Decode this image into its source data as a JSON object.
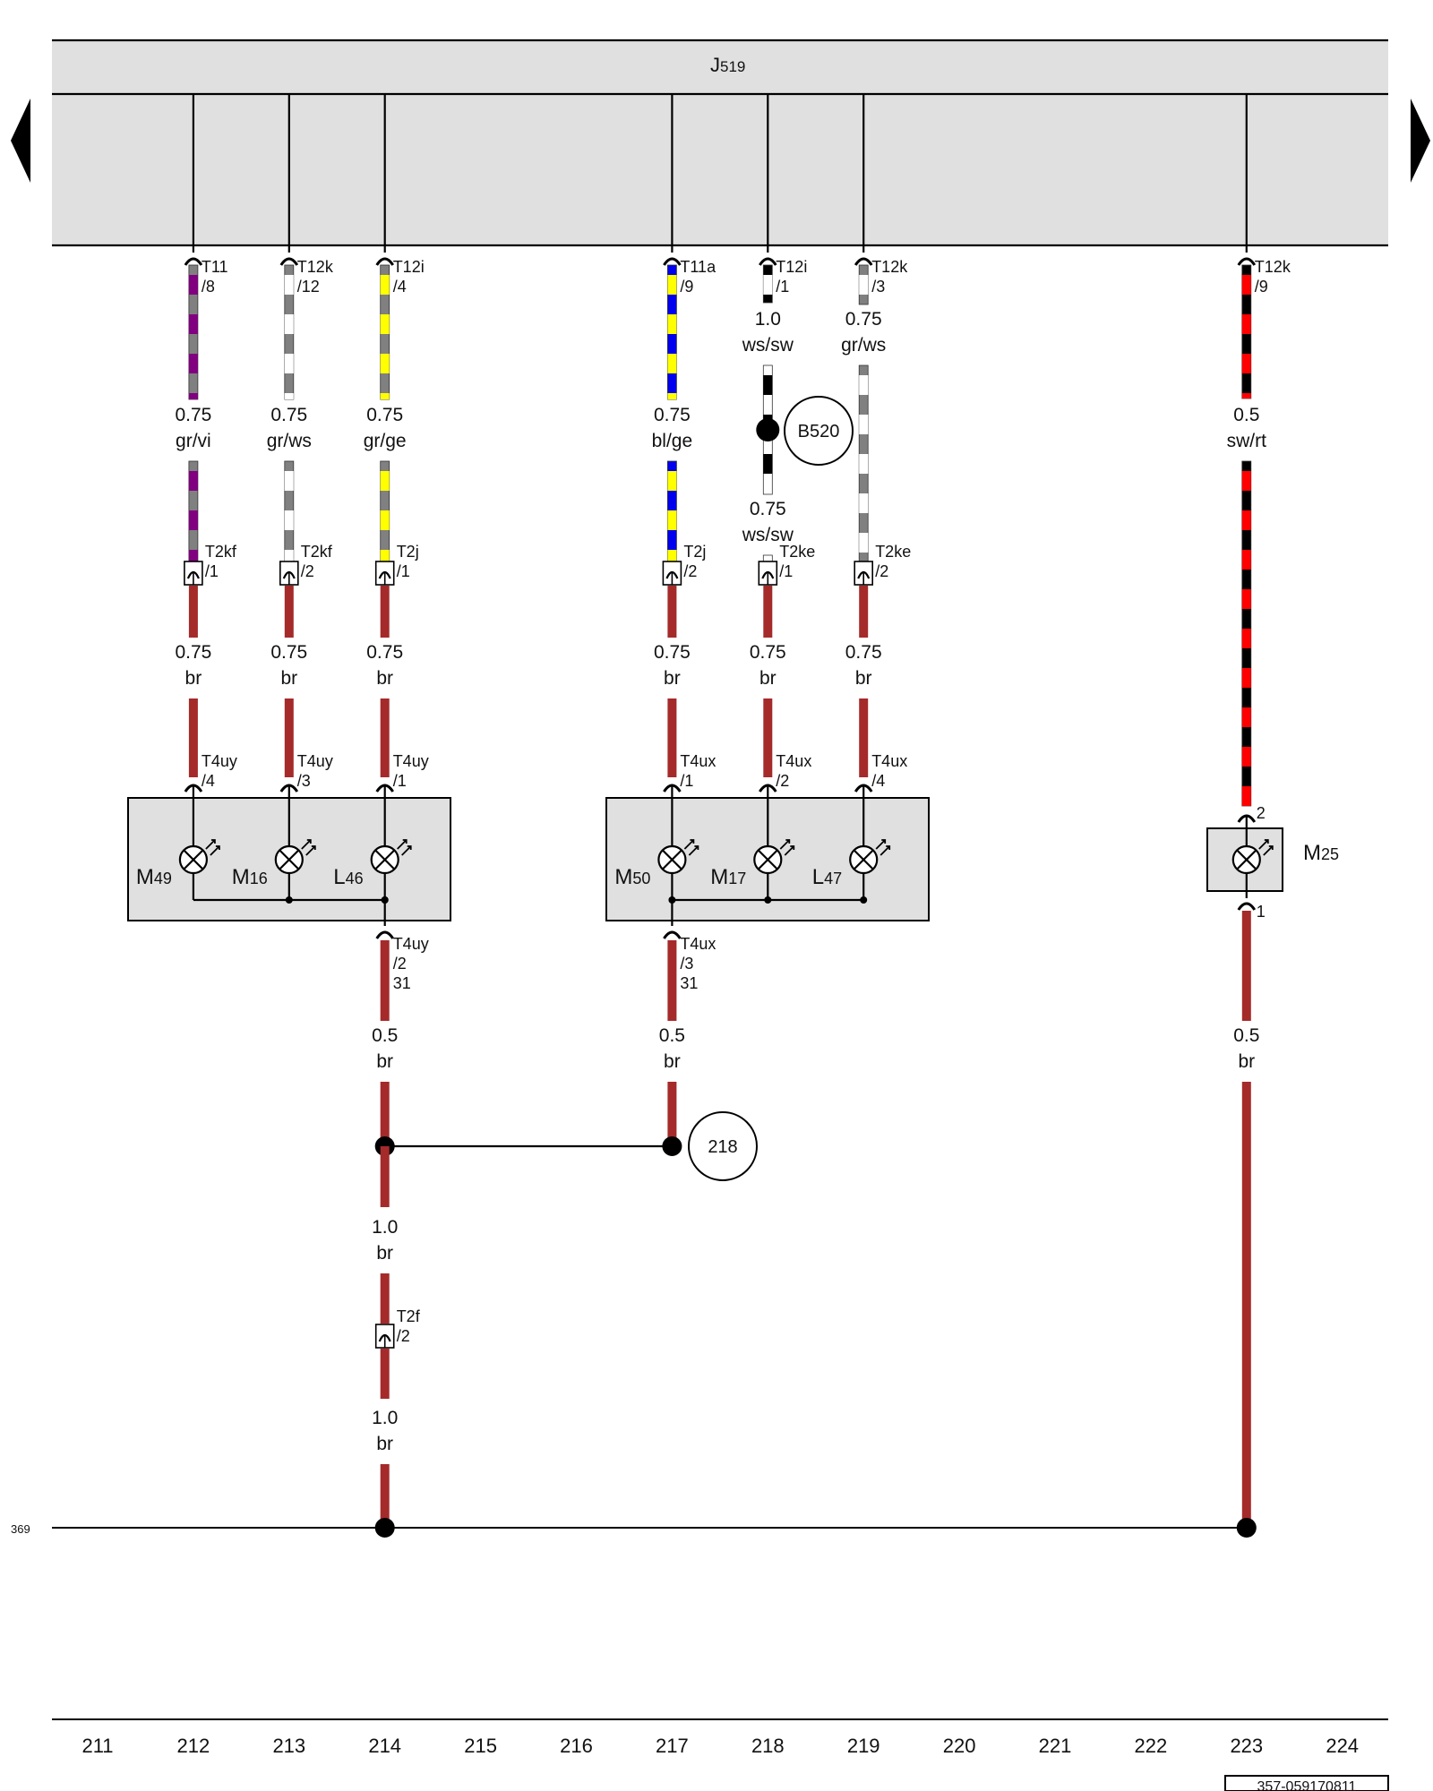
{
  "control_unit": {
    "label": "J",
    "sub": "519"
  },
  "navigation": {
    "prev_label": "previous page",
    "next_label": "next page"
  },
  "colors": {
    "gr": "#808080",
    "vi": "#800080",
    "ws": "#ffffff",
    "ge": "#ffff00",
    "bl": "#0000ee",
    "sw": "#000000",
    "rt": "#ff0000",
    "br": "#a52a2a",
    "box": "#e0e0e0"
  },
  "wires": [
    {
      "id": "w212",
      "col": 212,
      "upper": {
        "conn": "T11",
        "pin": "/8",
        "size": "0.75",
        "color": "gr/vi"
      },
      "plug": {
        "conn": "T2kf",
        "pin": "/1"
      },
      "lower": {
        "size": "0.75",
        "color": "br"
      },
      "term": {
        "conn": "T4uy",
        "pin": "/4"
      }
    },
    {
      "id": "w213",
      "col": 213,
      "upper": {
        "conn": "T12k",
        "pin": "/12",
        "size": "0.75",
        "color": "gr/ws"
      },
      "plug": {
        "conn": "T2kf",
        "pin": "/2"
      },
      "lower": {
        "size": "0.75",
        "color": "br"
      },
      "term": {
        "conn": "T4uy",
        "pin": "/3"
      }
    },
    {
      "id": "w214",
      "col": 214,
      "upper": {
        "conn": "T12i",
        "pin": "/4",
        "size": "0.75",
        "color": "gr/ge"
      },
      "plug": {
        "conn": "T2j",
        "pin": "/1"
      },
      "lower": {
        "size": "0.75",
        "color": "br"
      },
      "term": {
        "conn": "T4uy",
        "pin": "/1"
      }
    },
    {
      "id": "w217",
      "col": 217,
      "upper": {
        "conn": "T11a",
        "pin": "/9",
        "size": "0.75",
        "color": "bl/ge"
      },
      "plug": {
        "conn": "T2j",
        "pin": "/2"
      },
      "lower": {
        "size": "0.75",
        "color": "br"
      },
      "term": {
        "conn": "T4ux",
        "pin": "/1"
      }
    },
    {
      "id": "w218",
      "col": 218,
      "upper": {
        "conn": "T12i",
        "pin": "/1",
        "size": "1.0",
        "color": "ws/sw"
      },
      "mid": {
        "size": "0.75",
        "color": "ws/sw"
      },
      "plug": {
        "conn": "T2ke",
        "pin": "/1"
      },
      "lower": {
        "size": "0.75",
        "color": "br"
      },
      "term": {
        "conn": "T4ux",
        "pin": "/2"
      }
    },
    {
      "id": "w219",
      "col": 219,
      "upper": {
        "conn": "T12k",
        "pin": "/3",
        "size": "0.75",
        "color": "gr/ws"
      },
      "plug": {
        "conn": "T2ke",
        "pin": "/2"
      },
      "lower": {
        "size": "0.75",
        "color": "br"
      },
      "term": {
        "conn": "T4ux",
        "pin": "/4"
      }
    },
    {
      "id": "w223",
      "col": 223,
      "upper": {
        "conn": "T12k",
        "pin": "/9",
        "size": "0.5",
        "color": "sw/rt"
      },
      "term": {
        "pin": "2"
      }
    }
  ],
  "splice": {
    "label": "B520"
  },
  "lamp_groups": [
    {
      "id": "left",
      "lamps": [
        {
          "code": "M",
          "sub": "49"
        },
        {
          "code": "M",
          "sub": "16"
        },
        {
          "code": "L",
          "sub": "46"
        }
      ]
    },
    {
      "id": "middle",
      "lamps": [
        {
          "code": "M",
          "sub": "50"
        },
        {
          "code": "M",
          "sub": "17"
        },
        {
          "code": "L",
          "sub": "47"
        }
      ]
    },
    {
      "id": "right",
      "lamps": [
        {
          "code": "M",
          "sub": "25"
        }
      ]
    }
  ],
  "ground_wires": {
    "w214_out": {
      "conn": "T4uy",
      "pin": "/2",
      "term": "31",
      "size": "0.5",
      "color": "br"
    },
    "w217_out": {
      "conn": "T4ux",
      "pin": "/3",
      "term": "31",
      "size": "0.5",
      "color": "br"
    },
    "w223_out": {
      "pin": "1",
      "size": "0.5",
      "color": "br"
    },
    "w214_b": {
      "size": "1.0",
      "color": "br"
    },
    "plug_t2f": {
      "conn": "T2f",
      "pin": "/2"
    },
    "w214_c": {
      "size": "1.0",
      "color": "br"
    }
  },
  "ground_point": {
    "label": "218"
  },
  "bus_ref": "369",
  "column_numbers": [
    "211",
    "212",
    "213",
    "214",
    "215",
    "216",
    "217",
    "218",
    "219",
    "220",
    "221",
    "222",
    "223",
    "224"
  ],
  "doc_number": "357-059170811"
}
